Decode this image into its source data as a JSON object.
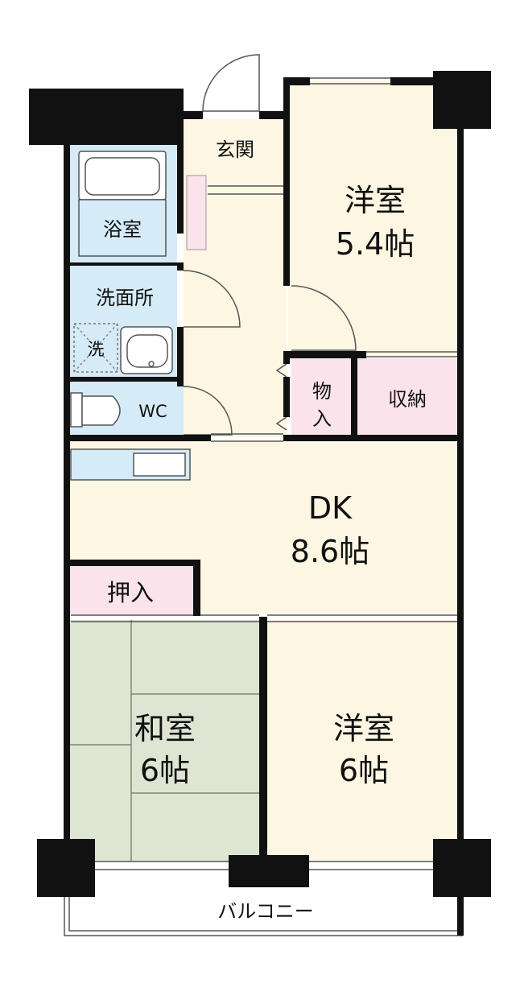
{
  "floorplan": {
    "colors": {
      "floor": "#fdf6e3",
      "tatami": "#dfe5d3",
      "wet_area": "#d5ebf8",
      "storage": "#fbe3ec",
      "wall": "#111111"
    },
    "rooms": {
      "genkan": "玄関",
      "bath": "浴室",
      "washroom": "洗面所",
      "washer": "洗",
      "wc": "WC",
      "western1": {
        "name": "洋室",
        "size": "5.4帖"
      },
      "storage_small": "物入",
      "storage_right": "収納",
      "dk": {
        "name": "DK",
        "size": "8.6帖"
      },
      "closet": "押入",
      "japanese": {
        "name": "和室",
        "size": "6帖"
      },
      "western2": {
        "name": "洋室",
        "size": "6帖"
      },
      "balcony": "バルコニー"
    }
  }
}
